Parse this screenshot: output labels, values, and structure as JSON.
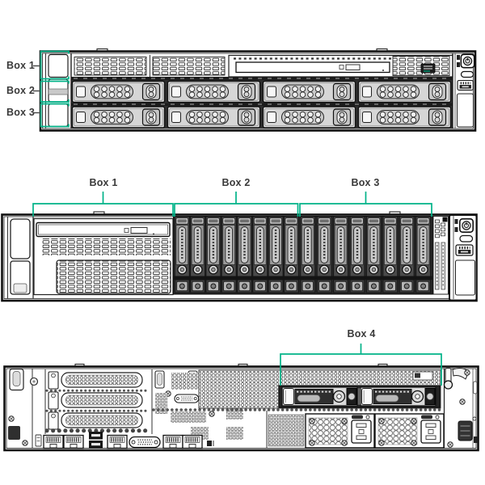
{
  "colors": {
    "accent_green": "#00B388",
    "line_ink": "#1a1a1a",
    "label_text": "#3a3a3a",
    "tray_gray": "#d6d6d6",
    "bay_dark": "#2a2a2a"
  },
  "views": {
    "front_lff": {
      "name": "front-panel-lff-drives",
      "boxes": [
        {
          "label": "Box 1"
        },
        {
          "label": "Box 2"
        },
        {
          "label": "Box 3"
        }
      ]
    },
    "front_sff": {
      "name": "front-panel-sff-drives",
      "boxes": [
        {
          "label": "Box 1"
        },
        {
          "label": "Box 2"
        },
        {
          "label": "Box 3"
        }
      ]
    },
    "rear": {
      "name": "rear-panel",
      "boxes": [
        {
          "label": "Box 4"
        }
      ]
    }
  },
  "icons": {
    "power_button": "circle-with-power-glyph",
    "uid_button": "pill",
    "usb_port": "usb-comb-badge",
    "screw": "circle-with-cross",
    "hpe_logo_badge": "dark-plate"
  }
}
